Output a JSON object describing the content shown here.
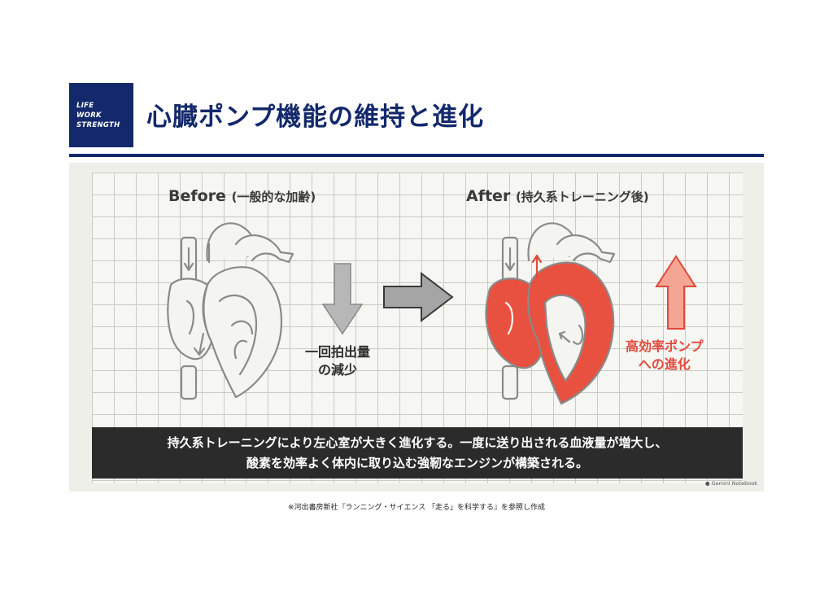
{
  "logo": {
    "lines": [
      "LIFE",
      "WORK",
      "STRENGTH"
    ]
  },
  "page_title": "心臓ポンプ機能の維持と進化",
  "before": {
    "heading": "Before",
    "sub": "(一般的な加齢)",
    "note_line1": "一回拍出量",
    "note_line2": "の減少"
  },
  "after": {
    "heading": "After",
    "sub": "(持久系トレーニング後)",
    "note_line1": "高効率ポンプ",
    "note_line2": "への進化"
  },
  "summary": {
    "line1": "持久系トレーニングにより左心室が大きく進化する。一度に送り出される血液量が増大し、",
    "line2": "酸素を効率よく体内に取り込む強靭なエンジンが構築される。"
  },
  "watermark": "Gemini Notebook",
  "footnote": "※河出書房新社『ランニング・サイエンス 「走る」を科学する』を参照し作成",
  "colors": {
    "navy": "#14296b",
    "red_accent": "#e04a3c",
    "arrow_gray": "#b7b7b7",
    "dark_bar": "#2b2b2b"
  }
}
